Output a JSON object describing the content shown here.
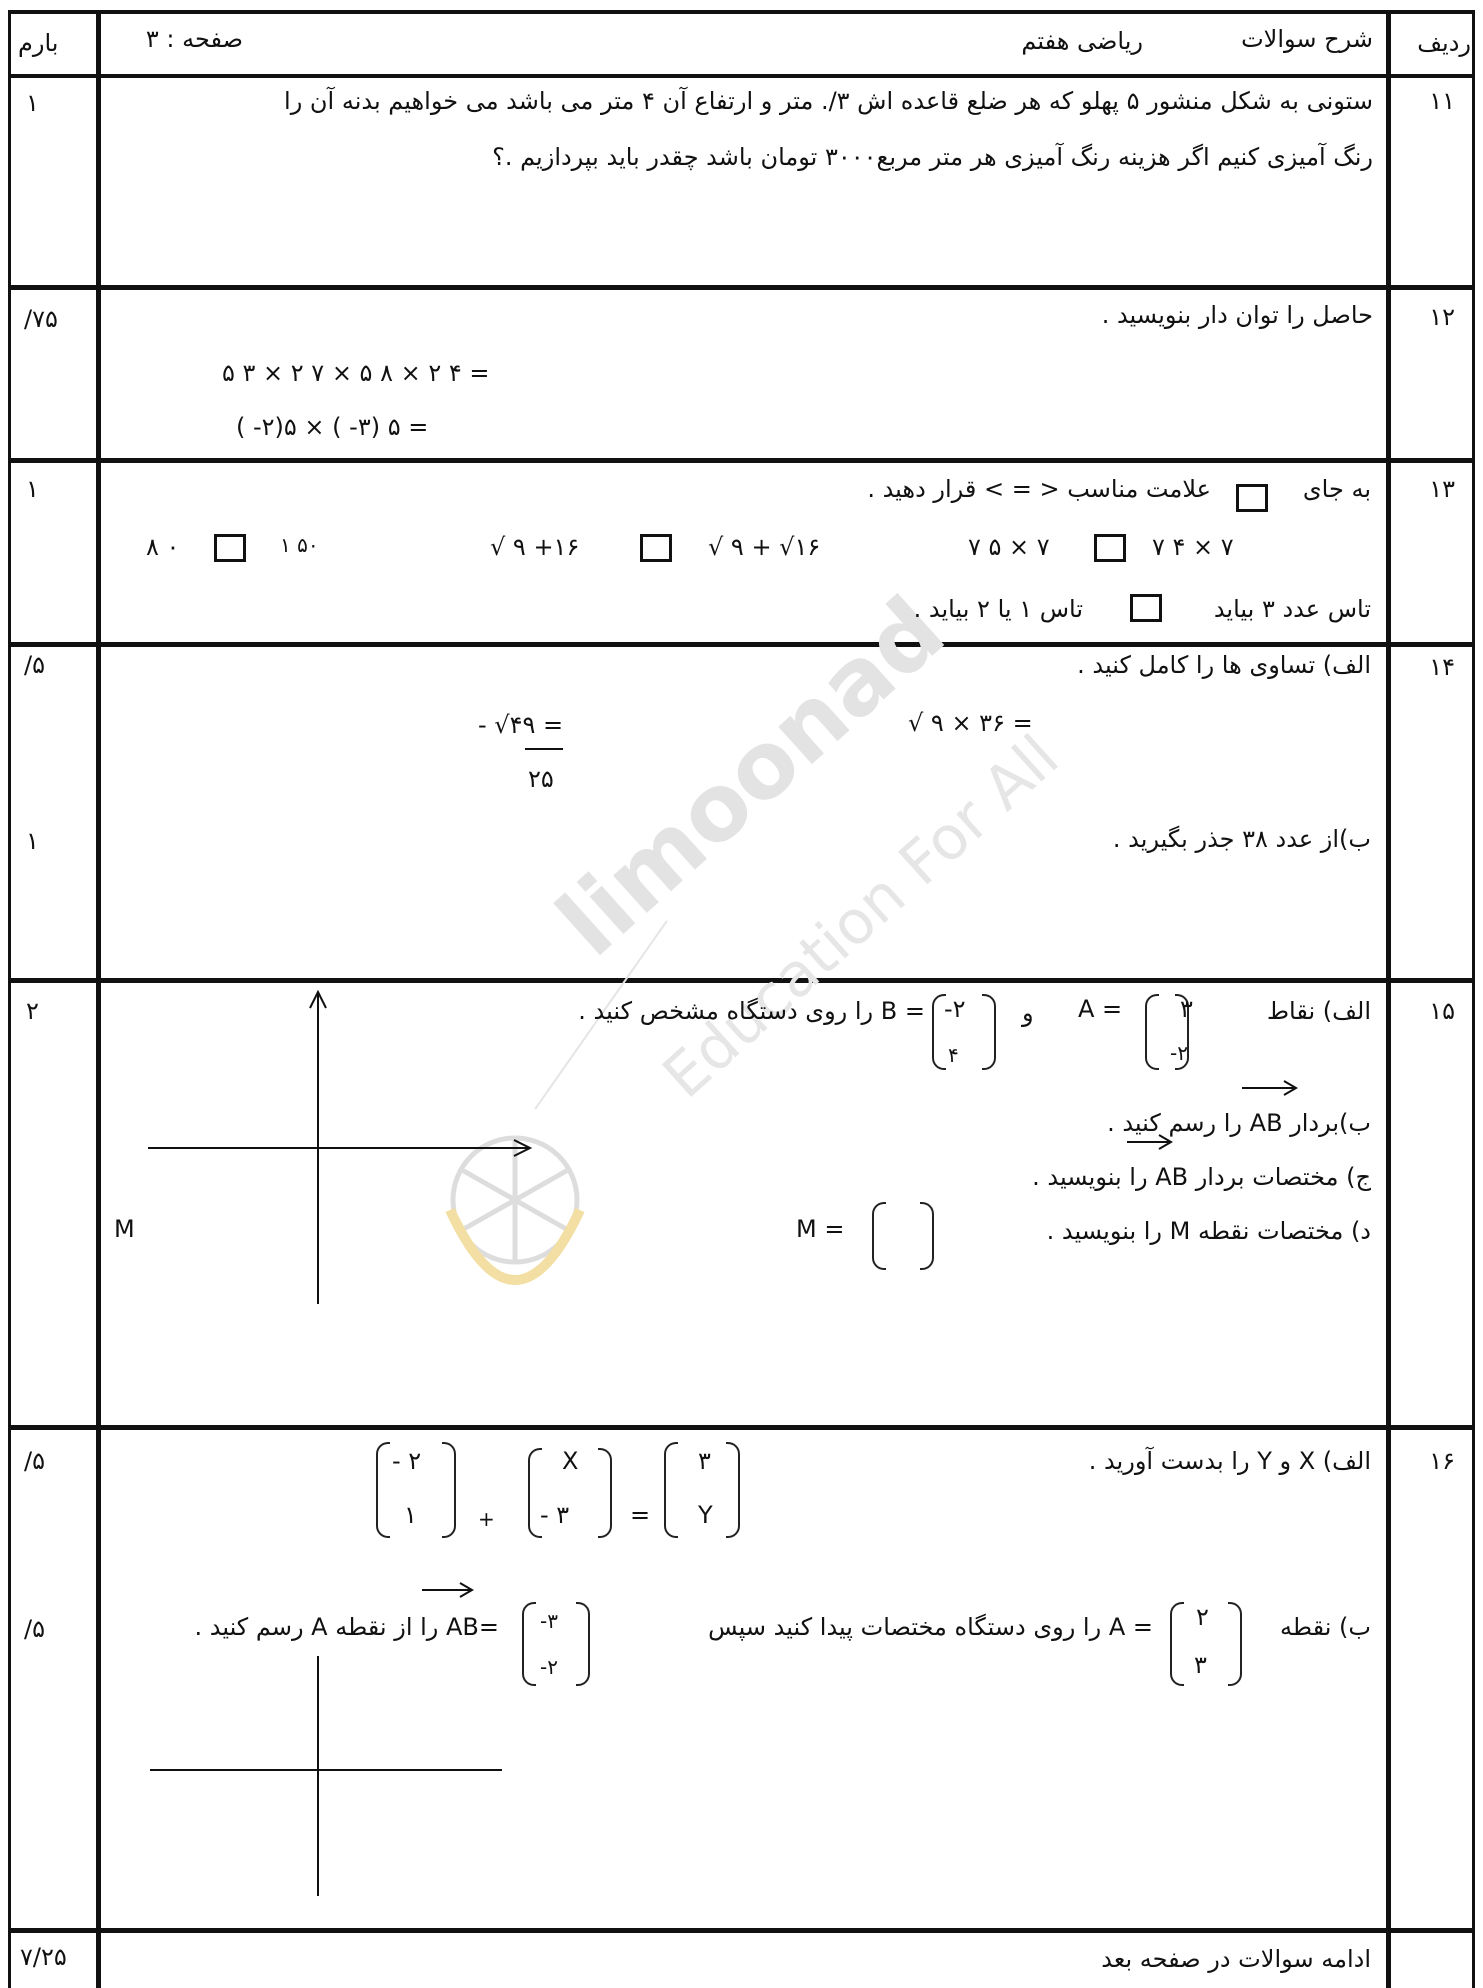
{
  "header": {
    "col_score": "بارم",
    "page": "صفحه : ۳",
    "subject": "ریاضی هفتم",
    "desc": "شرح سوالات",
    "col_row": "ردیف"
  },
  "q11": {
    "num": "۱۱",
    "score": "۱",
    "line1": "ستونی به شکل منشور ۵ پهلو که هر ضلع قاعده اش ۳/. متر و ارتفاع آن ۴ متر می باشد می خواهیم بدنه آن را",
    "line2": "رنگ آمیزی  کنیم اگر هزینه رنگ آمیزی هر متر مربع۳۰۰۰ تومان باشد چقدر باید بپردازیم .؟"
  },
  "q12": {
    "num": "۱۲",
    "score": "/۷۵",
    "text": "حاصل را توان دار بنویسید .",
    "expr1": "۵ ۳ × ۲ ۷ × ۵ ۸ × ۲ ۴ =",
    "expr2": "( -۲)۵ × ( -۳) ۵ ="
  },
  "q13": {
    "num": "۱۳",
    "score": "۱",
    "t1": "به جای",
    "t2": "علامت مناسب <   =  > قرار دهید .",
    "a_left": "۸ ۰",
    "a_right": "۱ ۵۰",
    "b_left": "√ ۹ +۱۶",
    "b_right": "√ ۹ +  √۱۶",
    "c_left": "۷ ۵  × ۷",
    "c_right": "۷ ۴ × ۷",
    "d1": "تاس عدد ۳ بیاید",
    "d2": "تاس  ۱  یا  ۲  بیاید ."
  },
  "q14": {
    "num": "۱۴",
    "score_a": "/۵",
    "score_b": "۱",
    "a": "الف) تساوی ها را کامل کنید .",
    "e1": "- √۴۹   =",
    "e1_den": "۲۵",
    "e2": "√ ۹ × ۳۶ =",
    "b": "ب)از عدد ۳۸ جذر بگیرید ."
  },
  "q15": {
    "num": "۱۵",
    "score": "۲",
    "a1": "الف) نقاط",
    "a_eq": "A =",
    "A_top": "۳",
    "A_bot": "-۲",
    "and": "و",
    "B_top": "-۲",
    "B_bot": "۴",
    "a2": "= B را روی دستگاه مشخص کنید .",
    "b": "ب)بردار AB را رسم کنید .",
    "c": "ج) مختصات بردار AB  را بنویسید .",
    "d": "د) مختصات نقطه  M را بنویسید .",
    "m_eq": "M =",
    "m_label": "M"
  },
  "q16": {
    "num": "۱۶",
    "score_a": "/۵",
    "score_b": "/۵",
    "a": "الف) X و  Y را بدست آورید .",
    "m1_top": "- ۲",
    "m1_bot": "۱",
    "plus": "+",
    "m2_top": "X",
    "m2_bot": "- ۳",
    "eq": "=",
    "m3_top": "۳",
    "m3_bot": "Y",
    "b1": "ب) نقطه",
    "p_top": "۲",
    "p_bot": "۳",
    "b2": "= A را روی دستگاه مختصات پیدا کنید سپس",
    "v_top": "-۳",
    "v_bot": "-۲",
    "b3": "=AB  را از نقطه A رسم کنید ."
  },
  "footer": {
    "score": "۷/۲۵",
    "text": "ادامه سوالات در صفحه بعد"
  },
  "watermark": {
    "brand": "limoonad",
    "tagline": "Education For All"
  }
}
